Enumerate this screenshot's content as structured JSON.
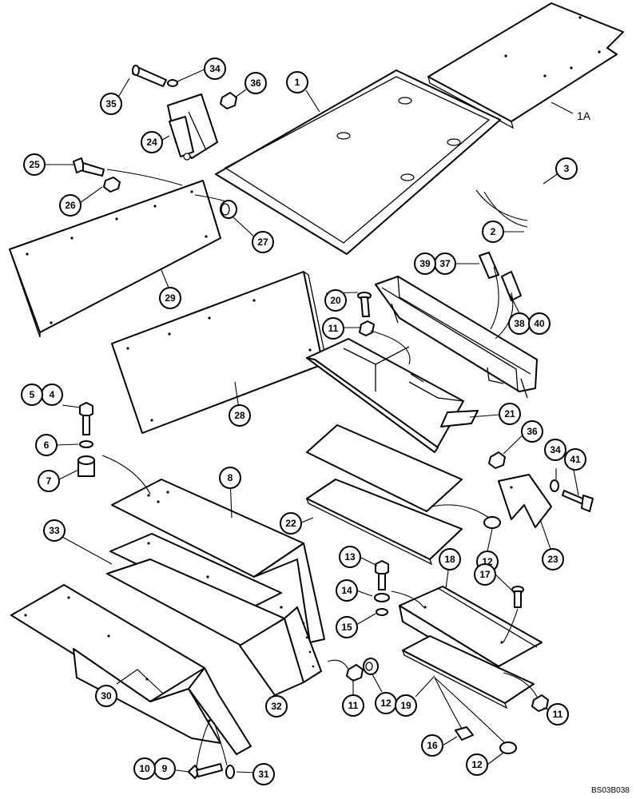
{
  "callouts": [
    {
      "id": "c1",
      "text": "1"
    },
    {
      "id": "c2",
      "text": "2"
    },
    {
      "id": "c3",
      "text": "3"
    },
    {
      "id": "c4",
      "text": "4"
    },
    {
      "id": "c5",
      "text": "5"
    },
    {
      "id": "c6",
      "text": "6"
    },
    {
      "id": "c7",
      "text": "7"
    },
    {
      "id": "c8",
      "text": "8"
    },
    {
      "id": "c9",
      "text": "9"
    },
    {
      "id": "c10",
      "text": "10"
    },
    {
      "id": "c11a",
      "text": "11"
    },
    {
      "id": "c11b",
      "text": "11"
    },
    {
      "id": "c11c",
      "text": "11"
    },
    {
      "id": "c12a",
      "text": "12"
    },
    {
      "id": "c12b",
      "text": "12"
    },
    {
      "id": "c12c",
      "text": "12"
    },
    {
      "id": "c13",
      "text": "13"
    },
    {
      "id": "c14",
      "text": "14"
    },
    {
      "id": "c15",
      "text": "15"
    },
    {
      "id": "c16",
      "text": "16"
    },
    {
      "id": "c17",
      "text": "17"
    },
    {
      "id": "c18",
      "text": "18"
    },
    {
      "id": "c19",
      "text": "19"
    },
    {
      "id": "c20",
      "text": "20"
    },
    {
      "id": "c21",
      "text": "21"
    },
    {
      "id": "c22",
      "text": "22"
    },
    {
      "id": "c23",
      "text": "23"
    },
    {
      "id": "c24",
      "text": "24"
    },
    {
      "id": "c25",
      "text": "25"
    },
    {
      "id": "c26",
      "text": "26"
    },
    {
      "id": "c27",
      "text": "27"
    },
    {
      "id": "c28",
      "text": "28"
    },
    {
      "id": "c29",
      "text": "29"
    },
    {
      "id": "c30",
      "text": "30"
    },
    {
      "id": "c31",
      "text": "31"
    },
    {
      "id": "c32",
      "text": "32"
    },
    {
      "id": "c33",
      "text": "33"
    },
    {
      "id": "c34a",
      "text": "34"
    },
    {
      "id": "c34b",
      "text": "34"
    },
    {
      "id": "c35",
      "text": "35"
    },
    {
      "id": "c36a",
      "text": "36"
    },
    {
      "id": "c36b",
      "text": "36"
    },
    {
      "id": "c37",
      "text": "37"
    },
    {
      "id": "c38",
      "text": "38"
    },
    {
      "id": "c39",
      "text": "39"
    },
    {
      "id": "c40",
      "text": "40"
    },
    {
      "id": "c41",
      "text": "41"
    }
  ],
  "plain_label": "1A",
  "drawing_id": "BS03B038"
}
